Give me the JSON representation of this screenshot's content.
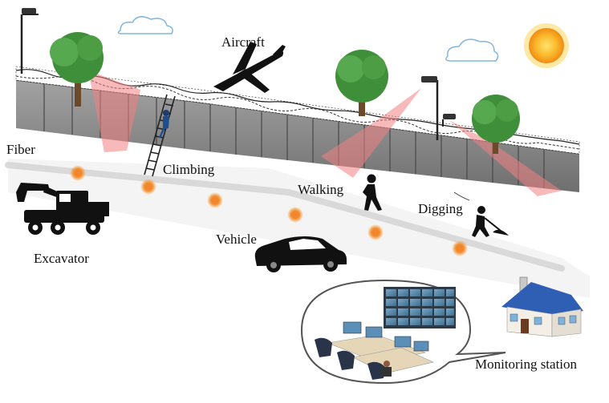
{
  "labels": {
    "aircraft": "Aircraft",
    "fiber": "Fiber",
    "climbing": "Climbing",
    "walking": "Walking",
    "digging": "Digging",
    "vehicle": "Vehicle",
    "excavator": "Excavator",
    "monitoring_station": "Monitoring station"
  },
  "colors": {
    "wall": "#8c8c8c",
    "wall_dark": "#6e6e6e",
    "fiber_point": "#f2862e",
    "camera_beam": "#f08080",
    "tree": "#3f8f3a",
    "sun": "#f7a21b",
    "house_roof": "#2f5fb4",
    "silhouette": "#111111"
  },
  "icons": [
    "aircraft-icon",
    "sun-icon",
    "cloud-icon",
    "tree-icon",
    "cctv-camera-icon",
    "ladder-icon",
    "climber-icon",
    "walker-icon",
    "digger-icon",
    "excavator-icon",
    "car-icon",
    "house-icon",
    "monitoring-room-icon"
  ]
}
